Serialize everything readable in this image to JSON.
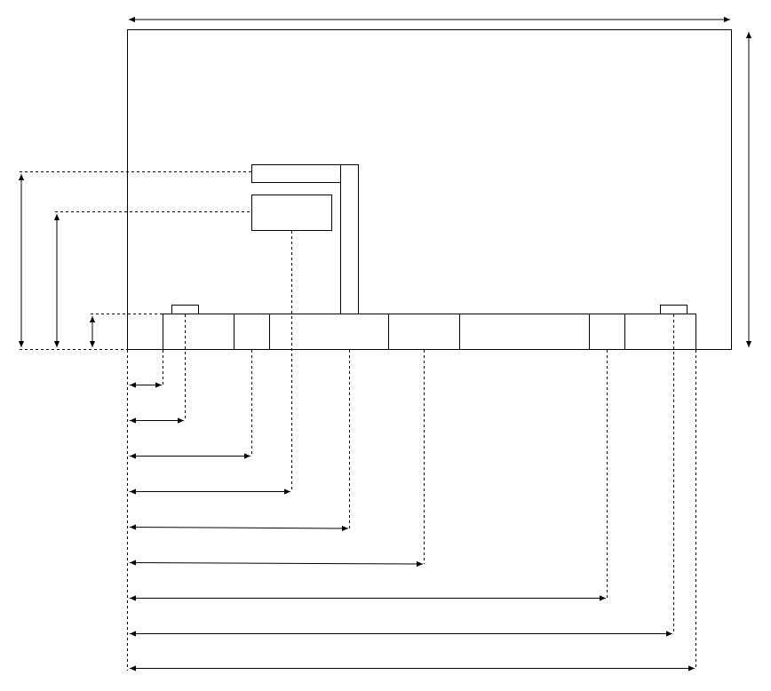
{
  "diagram": {
    "description_text": [],
    "colors": {
      "stroke": "#000000",
      "background": "#ffffff"
    },
    "components": [
      "outer-frame",
      "top-shelf",
      "mid-shelf",
      "vertical-post",
      "base-rail",
      "left-stud",
      "right-stud"
    ],
    "base_segment_count": 8,
    "horizontal_dimension_count": 9,
    "vertical_dimension_count": 3
  }
}
